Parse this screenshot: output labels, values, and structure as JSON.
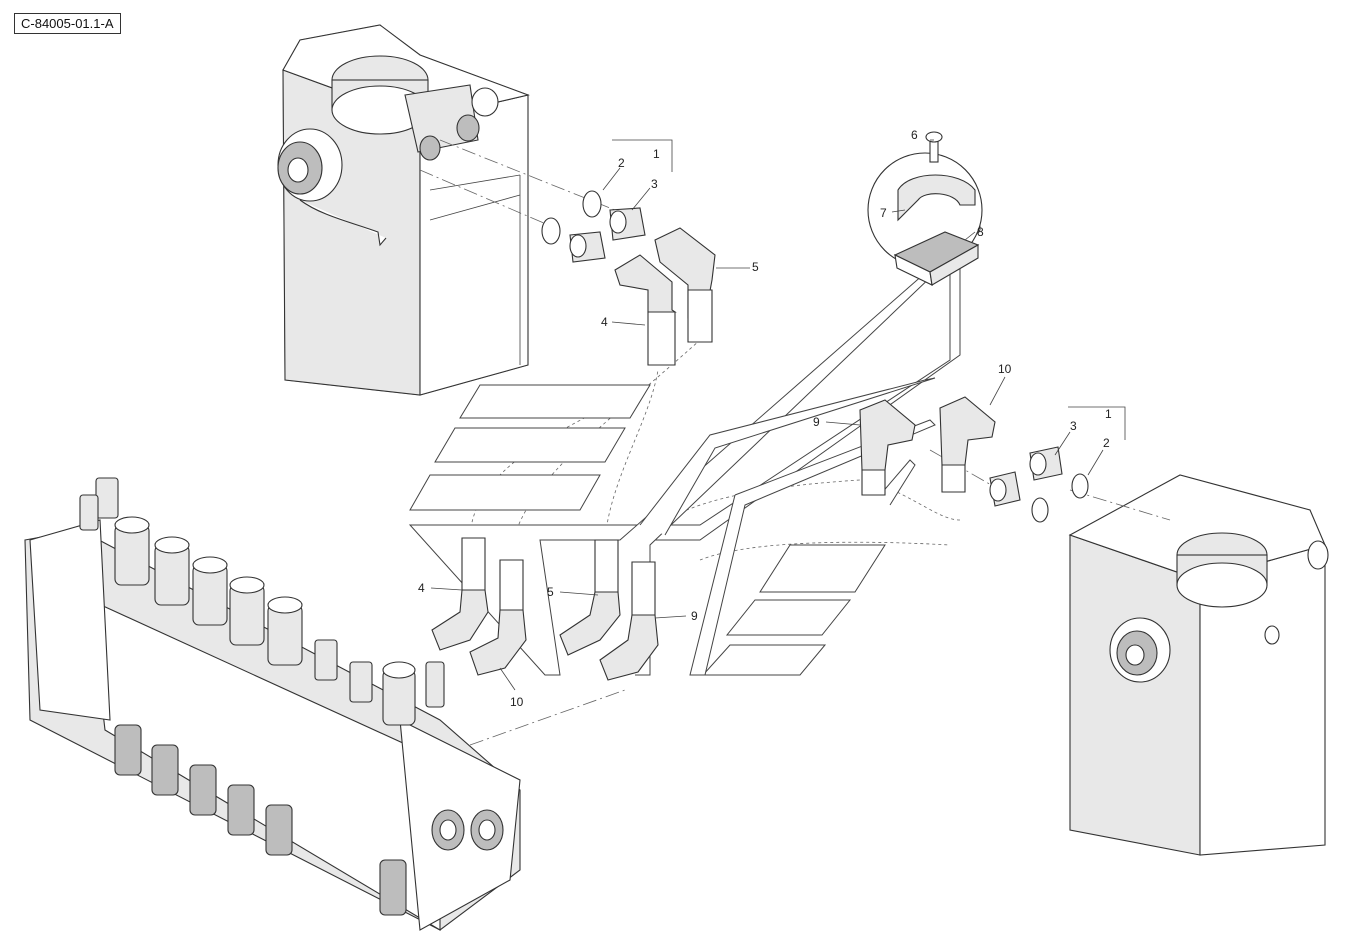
{
  "reference_code": "C-84005-01.1-A",
  "callouts": {
    "c1_top": "1",
    "c2_top": "2",
    "c3_top": "3",
    "c4_top": "4",
    "c5_top": "5",
    "c6": "6",
    "c7": "7",
    "c8": "8",
    "c10_right": "10",
    "c9_right": "9",
    "c1_right": "1",
    "c3_right": "3",
    "c2_right": "2",
    "c4_bottom": "4",
    "c5_bottom": "5",
    "c9_bottom": "9",
    "c10_bottom": "10"
  }
}
